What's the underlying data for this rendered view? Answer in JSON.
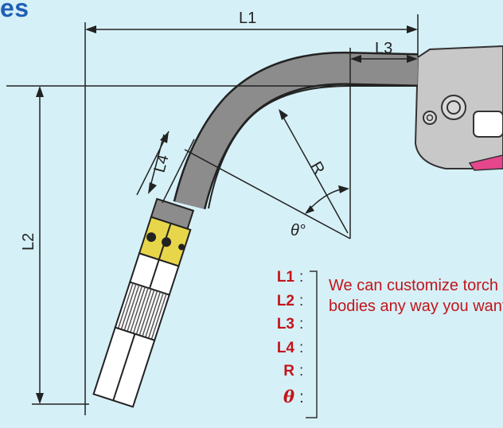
{
  "title_fragment": "es",
  "dimensions": {
    "l1": "L1",
    "l2": "L2",
    "l3": "L3",
    "l4": "L4",
    "r": "R",
    "theta": "θ°"
  },
  "legend": {
    "keys": [
      "L1",
      "L2",
      "L3",
      "L4",
      "R",
      "θ"
    ],
    "separator": ":",
    "note": "We can customize torch bodies any way you want!"
  },
  "colors": {
    "background": "#d6f0f7",
    "title": "#1f5fb5",
    "accent_text": "#c3141a",
    "torch_body": "#8c8c8c",
    "insulator": "#e8d64a",
    "handle": "#c8c8c8",
    "trigger": "#e6468c"
  }
}
